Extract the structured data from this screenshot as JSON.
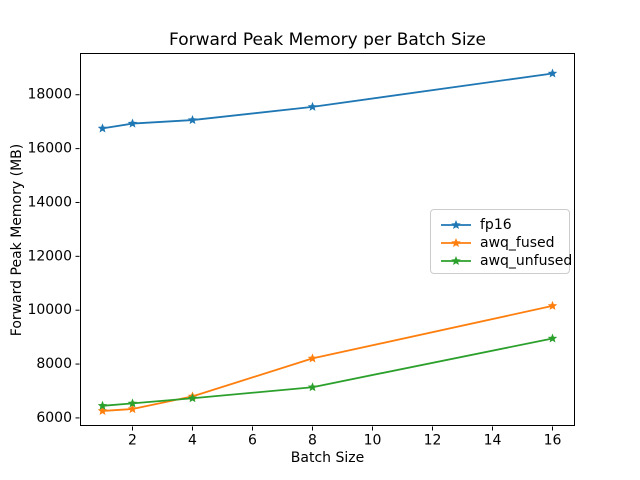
{
  "figure": {
    "background": "#ffffff",
    "frame_color": "#000000"
  },
  "chart_data": {
    "type": "line",
    "title": "Forward Peak Memory per Batch Size",
    "xlabel": "Batch Size",
    "ylabel": "Forward Peak Memory (MB)",
    "x": [
      1,
      2,
      4,
      8,
      16
    ],
    "series": [
      {
        "name": "fp16",
        "color": "#1f77b4",
        "marker": "star",
        "values": [
          16750,
          16930,
          17060,
          17550,
          18790
        ]
      },
      {
        "name": "awq_fused",
        "color": "#ff7f0e",
        "marker": "star",
        "values": [
          6260,
          6330,
          6800,
          8210,
          10160
        ]
      },
      {
        "name": "awq_unfused",
        "color": "#2ca02c",
        "marker": "star",
        "values": [
          6450,
          6540,
          6730,
          7140,
          8950
        ]
      }
    ],
    "xticks": [
      2,
      4,
      6,
      8,
      10,
      12,
      14,
      16
    ],
    "yticks": [
      6000,
      8000,
      10000,
      12000,
      14000,
      16000,
      18000
    ],
    "xlim": [
      0.25,
      16.75
    ],
    "ylim": [
      5700,
      19550
    ],
    "grid": false,
    "legend_position": "center-right",
    "legend_labels": [
      "fp16",
      "awq_fused",
      "awq_unfused"
    ]
  }
}
